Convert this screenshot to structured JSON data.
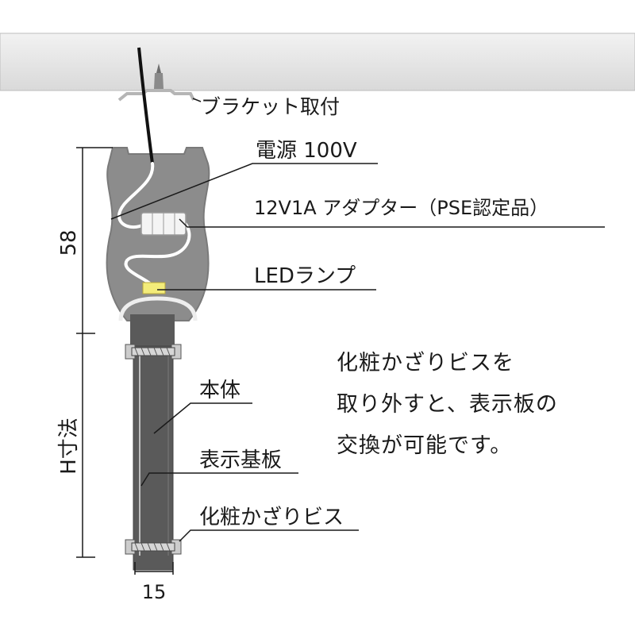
{
  "labels": {
    "bracket": "ブラケット取付",
    "power": "電源 100V",
    "adapter": "12V1A アダプター（PSE認定品）",
    "led": "LEDランプ",
    "body": "本体",
    "display_board": "表示基板",
    "screw": "化粧かざりビス"
  },
  "dimensions": {
    "head_height": "58",
    "h_size": "H寸法",
    "width": "15"
  },
  "note": {
    "line1": "化粧かざりビスを",
    "line2": "取り外すと、表示板の",
    "line3": "交換が可能です。"
  },
  "colors": {
    "housing": "#8c8c8c",
    "body_dark": "#5a5a5a",
    "led": "#f3ec7a",
    "ceiling": "#e6e6e6"
  }
}
